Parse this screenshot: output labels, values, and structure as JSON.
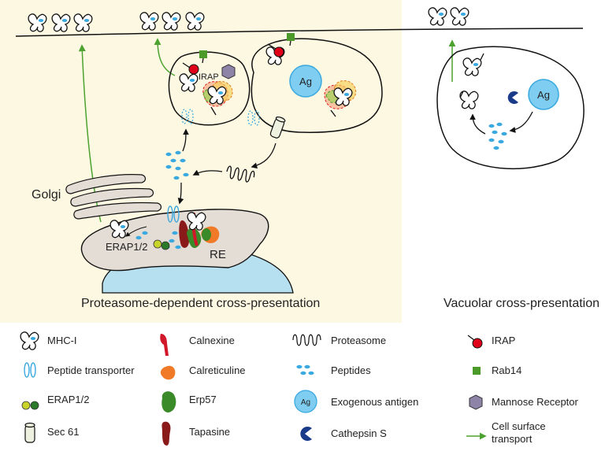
{
  "labels": {
    "golgi": "Golgi",
    "irap": "IRAP",
    "ag_endosome": "Ag",
    "ag_vacuole": "Ag",
    "erap": "ERAP1/2",
    "re": "RE"
  },
  "titles": {
    "left": "Proteasome-dependent cross-presentation",
    "right": "Vacuolar cross-presentation"
  },
  "legend": {
    "col1": [
      {
        "label": "MHC-I",
        "icon": "mhc-i-icon"
      },
      {
        "label": "Peptide transporter",
        "icon": "peptide-transporter-icon"
      },
      {
        "label": "ERAP1/2",
        "icon": "erap-icon"
      },
      {
        "label": "Sec 61",
        "icon": "sec61-icon"
      }
    ],
    "col2": [
      {
        "label": "Calnexine",
        "icon": "calnexine-icon"
      },
      {
        "label": "Calreticuline",
        "icon": "calreticuline-icon"
      },
      {
        "label": "Erp57",
        "icon": "erp57-icon"
      },
      {
        "label": "Tapasine",
        "icon": "tapasine-icon"
      }
    ],
    "col3": [
      {
        "label": "Proteasome",
        "icon": "proteasome-icon"
      },
      {
        "label": "Peptides",
        "icon": "peptides-icon"
      },
      {
        "label": "Exogenous antigen",
        "icon": "exogenous-antigen-icon",
        "icon_text": "Ag"
      },
      {
        "label": "Cathepsin S",
        "icon": "cathepsin-s-icon"
      }
    ],
    "col4": [
      {
        "label": "IRAP",
        "icon": "irap-icon"
      },
      {
        "label": "Rab14",
        "icon": "rab14-icon"
      },
      {
        "label": "Mannose Receptor",
        "icon": "mannose-receptor-icon"
      },
      {
        "label_line1": "Cell surface",
        "label_line2": "transport",
        "icon": "cell-surface-transport-icon"
      }
    ]
  },
  "colors": {
    "left_panel_bg": "#fdf8e2",
    "peptide_blue": "#3aa9e0",
    "antigen_fill": "#7fcdf0",
    "transport_green": "#5aaa32",
    "irap_red": "#e0001a",
    "rab14_green": "#4c9a2a",
    "mannose_purple": "#8e84a8",
    "calnexine_red": "#d0182a",
    "calreticuline_orange": "#f07a28",
    "erp57_green": "#3a8a2a",
    "tapasine_red": "#8a1a1a",
    "cathepsin_blue": "#1a3a8a",
    "organelle_fill": "#e4ddd5",
    "nucleus_fill": "#b6e0ef"
  }
}
